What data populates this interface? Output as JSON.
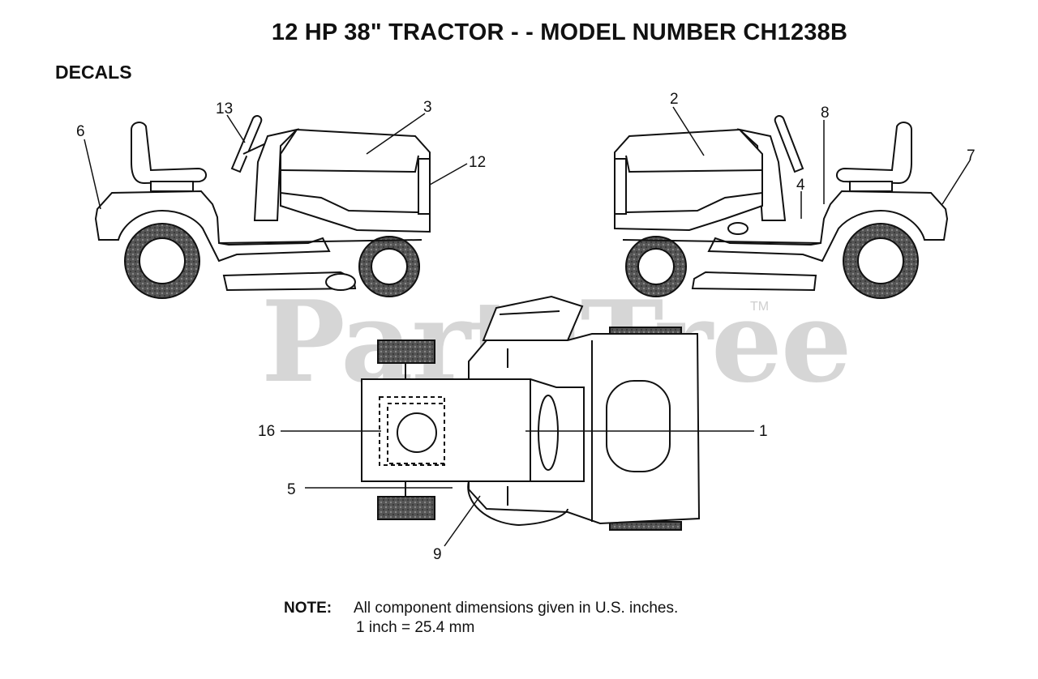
{
  "header": {
    "title": "12 HP 38\" TRACTOR - - MODEL NUMBER CH1238B",
    "section": "DECALS"
  },
  "watermark": {
    "text": "PartsTree",
    "tm": "TM"
  },
  "callouts": {
    "c1": "1",
    "c2": "2",
    "c3": "3",
    "c4": "4",
    "c5": "5",
    "c6": "6",
    "c7": "7",
    "c8": "8",
    "c9": "9",
    "c12": "12",
    "c13": "13",
    "c16": "16"
  },
  "note": {
    "label": "NOTE:",
    "line1": "All component dimensions given in U.S. inches.",
    "line2": "1 inch = 25.4 mm"
  }
}
